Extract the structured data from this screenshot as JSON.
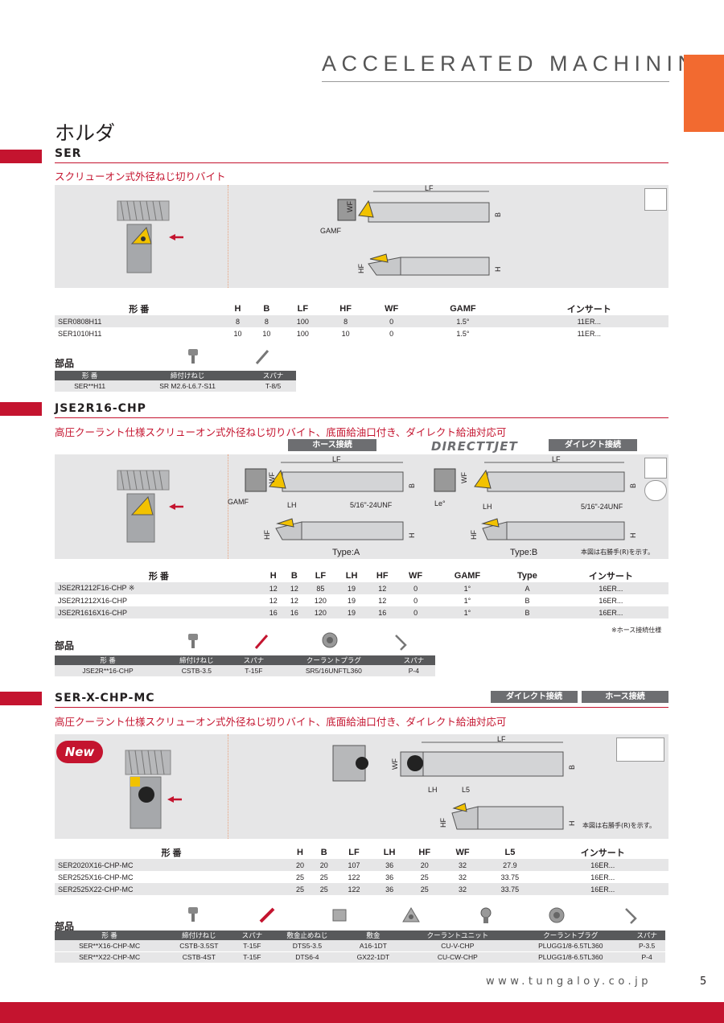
{
  "header": {
    "brand": "ACCELERATED MACHINING",
    "page_title": "ホルダ"
  },
  "sections": {
    "ser": {
      "name": "SER",
      "subtitle": "スクリューオン式外径ねじ切りバイト",
      "dims": {
        "lf": "LF",
        "wf": "WF",
        "b": "B",
        "gamf": "GAMF",
        "hf": "HF",
        "h": "H"
      },
      "spec_headers": [
        "形 番",
        "H",
        "B",
        "LF",
        "HF",
        "WF",
        "GAMF",
        "インサート"
      ],
      "spec_rows": [
        [
          "SER0808H11",
          "8",
          "8",
          "100",
          "8",
          "0",
          "1.5°",
          "11ER..."
        ],
        [
          "SER1010H11",
          "10",
          "10",
          "100",
          "10",
          "0",
          "1.5°",
          "11ER..."
        ]
      ],
      "parts_label": "部品",
      "parts_headers": [
        "形 番",
        "締付けねじ",
        "スパナ"
      ],
      "parts_rows": [
        [
          "SER**H11",
          "SR M2.6-L6.7-S11",
          "T-8/5"
        ]
      ]
    },
    "jse": {
      "name": "JSE2R16-CHP",
      "subtitle": "高圧クーラント仕様スクリューオン式外径ねじ切りバイト、底面給油口付き、ダイレクト給油対応可",
      "tag_hose": "ホース接続",
      "tag_direct": "ダイレクト接続",
      "direct_logo": "DIRECTTJET",
      "dims": {
        "lf": "LF",
        "wf": "WF",
        "b": "B",
        "gamf": "GAMF",
        "lh": "LH",
        "unf": "5/16\"-24UNF",
        "hf": "HF",
        "h": "H",
        "le": "Le°"
      },
      "type_a": "Type:A",
      "type_b": "Type:B",
      "right_note": "本図は右勝手(R)を示す。",
      "spec_headers": [
        "形 番",
        "H",
        "B",
        "LF",
        "LH",
        "HF",
        "WF",
        "GAMF",
        "Type",
        "インサート"
      ],
      "spec_rows": [
        [
          "JSE2R1212F16-CHP ※",
          "12",
          "12",
          "85",
          "19",
          "12",
          "0",
          "1°",
          "A",
          "16ER..."
        ],
        [
          "JSE2R1212X16-CHP",
          "12",
          "12",
          "120",
          "19",
          "12",
          "0",
          "1°",
          "B",
          "16ER..."
        ],
        [
          "JSE2R1616X16-CHP",
          "16",
          "16",
          "120",
          "19",
          "16",
          "0",
          "1°",
          "B",
          "16ER..."
        ]
      ],
      "footnote": "※ホース接続仕様",
      "parts_label": "部品",
      "parts_headers": [
        "形 番",
        "締付けねじ",
        "スパナ",
        "クーラントプラグ",
        "スパナ"
      ],
      "parts_rows": [
        [
          "JSE2R**16-CHP",
          "CSTB-3.5",
          "T-15F",
          "SR5/16UNFTL360",
          "P-4"
        ]
      ]
    },
    "serx": {
      "name": "SER-X-CHP-MC",
      "subtitle": "高圧クーラント仕様スクリューオン式外径ねじ切りバイト、底面給油口付き、ダイレクト給油対応可",
      "tag_direct": "ダイレクト接続",
      "tag_hose": "ホース接続",
      "new_badge": "New",
      "dims": {
        "lf": "LF",
        "wf": "WF",
        "b": "B",
        "lh": "LH",
        "l5": "L5",
        "hf": "HF",
        "h": "H"
      },
      "right_note": "本図は右勝手(R)を示す。",
      "spec_headers": [
        "形 番",
        "H",
        "B",
        "LF",
        "LH",
        "HF",
        "WF",
        "L5",
        "インサート"
      ],
      "spec_rows": [
        [
          "SER2020X16-CHP-MC",
          "20",
          "20",
          "107",
          "36",
          "20",
          "32",
          "27.9",
          "16ER..."
        ],
        [
          "SER2525X16-CHP-MC",
          "25",
          "25",
          "122",
          "36",
          "25",
          "32",
          "33.75",
          "16ER..."
        ],
        [
          "SER2525X22-CHP-MC",
          "25",
          "25",
          "122",
          "36",
          "25",
          "32",
          "33.75",
          "16ER..."
        ]
      ],
      "parts_label": "部品",
      "parts_headers": [
        "形 番",
        "締付けねじ",
        "スパナ",
        "敷金止めねじ",
        "敷金",
        "クーラントユニット",
        "クーラントプラグ",
        "スパナ"
      ],
      "parts_rows": [
        [
          "SER**X16-CHP-MC",
          "CSTB-3.5ST",
          "T-15F",
          "DTS5-3.5",
          "A16-1DT",
          "CU-V-CHP",
          "PLUGG1/8-6.5TL360",
          "P-3.5"
        ],
        [
          "SER**X22-CHP-MC",
          "CSTB-4ST",
          "T-15F",
          "DTS6-4",
          "GX22-1DT",
          "CU-CW-CHP",
          "PLUGG1/8-6.5TL360",
          "P-4"
        ]
      ]
    }
  },
  "footer": {
    "url": "www.tungaloy.co.jp",
    "page_number": "5"
  },
  "colors": {
    "accent_red": "#c4142f",
    "accent_orange": "#f26a30",
    "panel_gray": "#e6e6e7",
    "insert_gold": "#f2c200"
  }
}
